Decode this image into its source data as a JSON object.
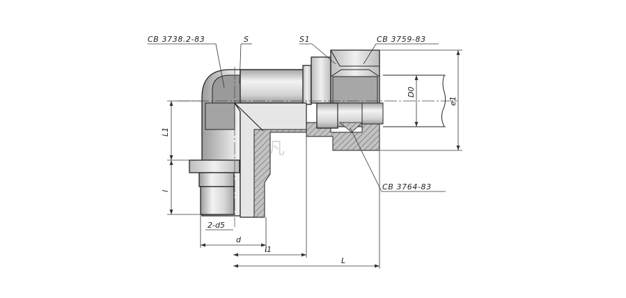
{
  "watermark": "凡",
  "labels": {
    "gb_3738": "CB 3738.2-83",
    "s": "S",
    "s1": "S1",
    "gb_3759": "CB 3759-83",
    "gb_3764": "CB 3764-83"
  },
  "dimensions": {
    "d0": "D0",
    "e1": "e1",
    "L1": "L1",
    "l": "l",
    "two_d5": "2-d5",
    "d": "d",
    "l1": "l1",
    "L": "L"
  },
  "colors": {
    "steel_light": "#ececec",
    "steel_mid": "#c9c9c9",
    "steel_dark": "#9a9a9a",
    "section_fill": "#bdbdbd",
    "line": "#222222"
  }
}
